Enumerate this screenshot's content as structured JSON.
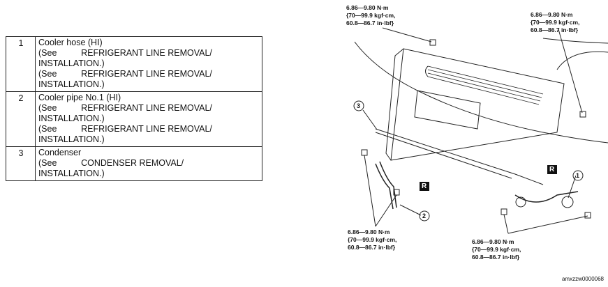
{
  "parts": [
    {
      "number": "1",
      "name": "Cooler hose (HI)",
      "lines": [
        "(See          REFRIGERANT LINE REMOVAL/",
        "INSTALLATION.)",
        "(See          REFRIGERANT LINE REMOVAL/",
        "INSTALLATION.)"
      ]
    },
    {
      "number": "2",
      "name": "Cooler pipe No.1 (HI)",
      "lines": [
        "(See          REFRIGERANT LINE REMOVAL/",
        "INSTALLATION.)",
        "(See          REFRIGERANT LINE REMOVAL/",
        "INSTALLATION.)"
      ]
    },
    {
      "number": "3",
      "name": "Condenser",
      "lines": [
        "(See          CONDENSER REMOVAL/",
        "INSTALLATION.)"
      ]
    }
  ],
  "diagram": {
    "torque_top_left": [
      "6.86—9.80 N·m",
      "{70—99.9 kgf·cm,",
      "60.8—86.7 in·lbf}"
    ],
    "torque_top_right": [
      "6.86—9.80 N·m",
      "{70—99.9 kgf·cm,",
      "60.8—86.7 in·lbf}"
    ],
    "torque_bottom_left": [
      "6.86—9.80 N·m",
      "{70—99.9 kgf·cm,",
      "60.8—86.7 in·lbf}"
    ],
    "torque_bottom_right": [
      "6.86—9.80 N·m",
      "{70—99.9 kgf·cm,",
      "60.8—86.7 in·lbf}"
    ],
    "callouts": [
      "1",
      "2",
      "3"
    ],
    "replace_marks": [
      "R",
      "R"
    ],
    "code": "amxzzw0000068"
  }
}
